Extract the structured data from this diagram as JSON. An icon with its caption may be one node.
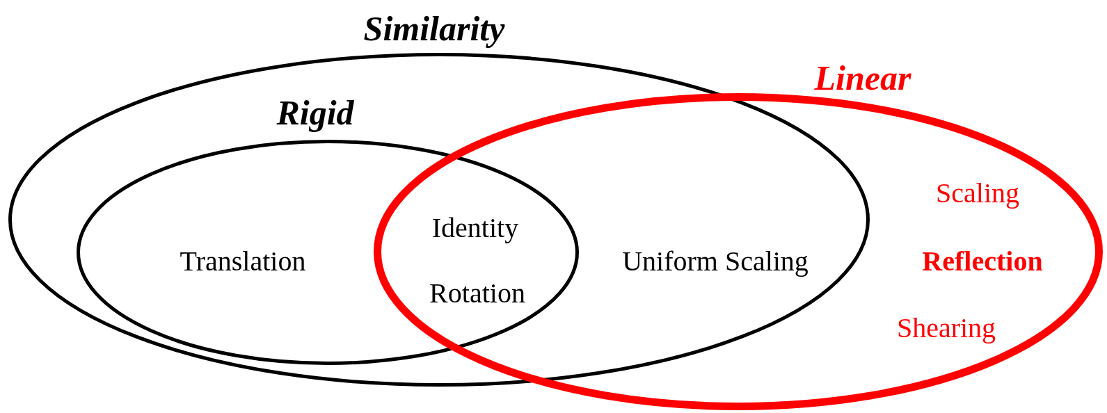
{
  "diagram": {
    "nodes": [
      {
        "text": [
          "Similarity"
        ]
      },
      {
        "text": [
          "Rigid"
        ],
        "in": 0
      },
      {
        "text": [
          "Linear"
        ]
      }
    ],
    "labels": [
      "Identity",
      "Translation",
      "Uniform Scaling",
      "Scaling",
      "Reflection",
      "Rotation",
      "Shearing"
    ]
  }
}
